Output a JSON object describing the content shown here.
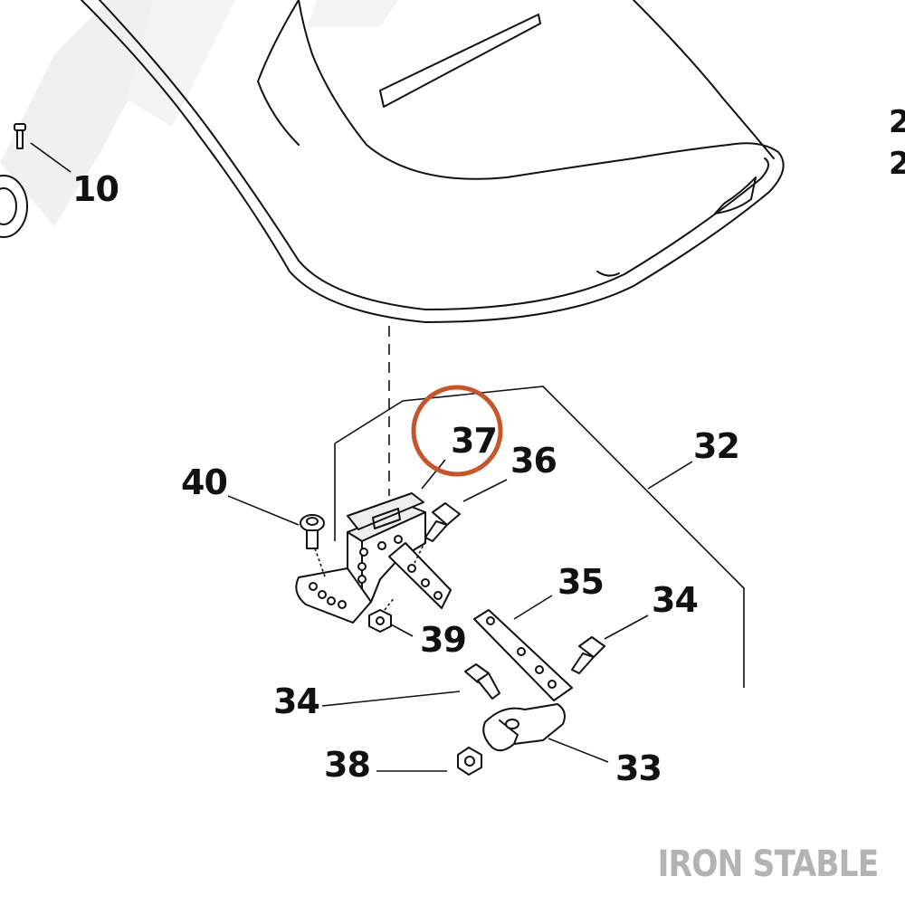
{
  "watermark": "IRON STABLE",
  "watermark_color": "#b3b3b3",
  "highlight_color": "#c5552a",
  "highlighted_callout": "37",
  "callouts": {
    "c10": "10",
    "c32": "32",
    "c33": "33",
    "c34a": "34",
    "c34b": "34",
    "c35": "35",
    "c36": "36",
    "c37": "37",
    "c38": "38",
    "c39": "39",
    "c40": "40",
    "cut_top": "2",
    "cut_bottom": "2"
  }
}
